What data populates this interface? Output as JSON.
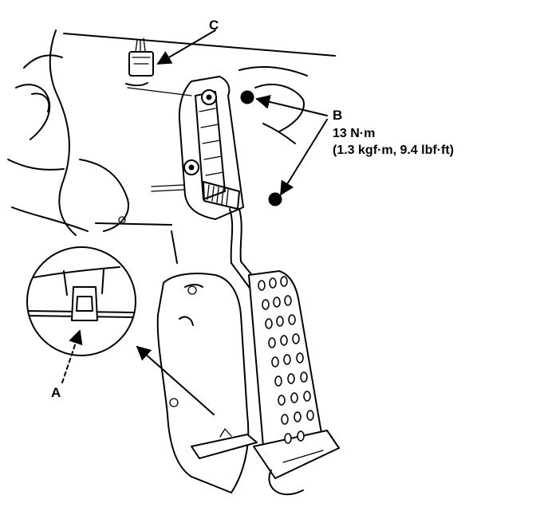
{
  "callouts": {
    "a": {
      "letter": "A"
    },
    "b": {
      "letter": "B",
      "torque_line1": "13 N·m",
      "torque_line2": "(1.3 kgf·m, 9.4 lbf·ft)"
    },
    "c": {
      "letter": "C"
    }
  }
}
